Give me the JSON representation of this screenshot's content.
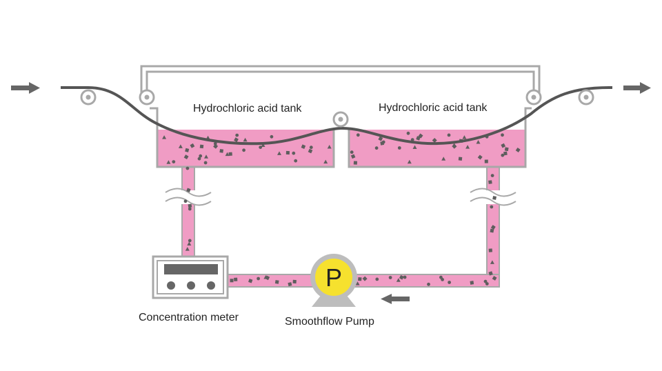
{
  "labels": {
    "tank_left": "Hydrochloric acid tank",
    "tank_right": "Hydrochloric acid tank",
    "meter": "Concentration meter",
    "pump": "Smoothflow Pump",
    "pump_symbol": "P"
  },
  "colors": {
    "acid": "#F09CC4",
    "frame": "#A8A8A8",
    "strip": "#555555",
    "arrow": "#666666",
    "particle": "#5E5E5E",
    "pump_face": "#F6E12E",
    "pump_body": "#BDBDBD"
  },
  "icons": {
    "meter": "concentration-meter-icon",
    "pump": "pump-icon",
    "roller": "roller-icon",
    "arrow": "arrow-icon"
  }
}
